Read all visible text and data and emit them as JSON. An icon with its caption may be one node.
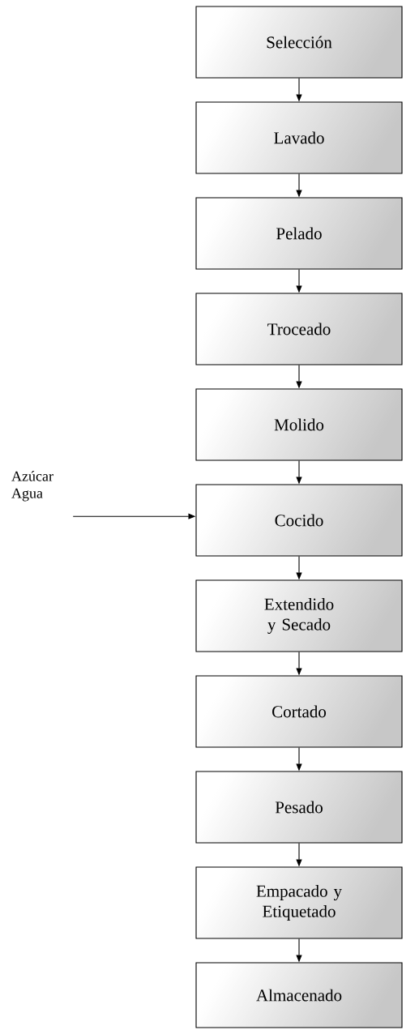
{
  "diagram": {
    "nodes": [
      {
        "text": [
          "Selección"
        ]
      },
      {
        "text": [
          "Lavado"
        ]
      },
      {
        "text": [
          "Pelado"
        ]
      },
      {
        "text": [
          "Troceado"
        ]
      },
      {
        "text": [
          "Molido"
        ]
      },
      {
        "text": [
          "Cocido"
        ]
      },
      {
        "text": [
          "Extendido y Secado"
        ]
      },
      {
        "text": [
          "Cortado"
        ]
      },
      {
        "text": [
          "Pesado"
        ]
      },
      {
        "text": [
          "Empacado y Etiquetado"
        ]
      },
      {
        "text": [
          "Almacenado"
        ]
      },
      {
        "text": [
          "Azúcar Agua"
        ]
      }
    ],
    "edges": [
      {
        "from": 0,
        "to": 1,
        "arrow": "to"
      },
      {
        "from": 1,
        "to": 2,
        "arrow": "to"
      },
      {
        "from": 2,
        "to": 3,
        "arrow": "to"
      },
      {
        "from": 3,
        "to": 4,
        "arrow": "to"
      },
      {
        "from": 4,
        "to": 5,
        "arrow": "to"
      },
      {
        "from": 11,
        "to": 5,
        "arrow": "to"
      },
      {
        "from": 5,
        "to": 6,
        "arrow": "to"
      },
      {
        "from": 6,
        "to": 7,
        "arrow": "to"
      },
      {
        "from": 7,
        "to": 8,
        "arrow": "to"
      },
      {
        "from": 8,
        "to": 9,
        "arrow": "to"
      },
      {
        "from": 9,
        "to": 10,
        "arrow": "to"
      }
    ]
  }
}
